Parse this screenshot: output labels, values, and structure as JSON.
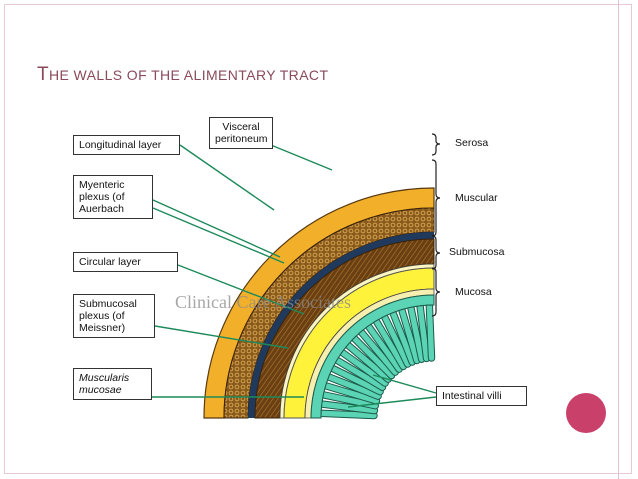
{
  "slide": {
    "title": "The walls of the alimentary tract",
    "title_first_letter": "T",
    "title_rest": "HE WALLS OF THE ALIMENTARY TRACT",
    "accent_color": "#c9406a",
    "title_color": "#8a4a5c"
  },
  "labels_left": {
    "longitudinal": "Longitudinal layer",
    "visceral": "Visceral peritoneum",
    "myenteric": "Myenteric plexus (of Auerbach",
    "circular": "Circular layer",
    "submucosal_plexus": "Submucosal plexus (of Meissner)",
    "muscularis": "Muscularis mucosae"
  },
  "labels_right": {
    "serosa": "Serosa",
    "muscular": "Muscular",
    "submucosa": "Submucosa",
    "mucosa": "Mucosa",
    "villi": "Intestinal villi"
  },
  "watermark": "Clinical Care Associates",
  "colors": {
    "serosa": "#f2b02a",
    "muscular": "#8a5a1c",
    "plexus": "#1f3a5c",
    "submucosa": "#fff23a",
    "mucosa": "#5ad4b4",
    "leader": "#1c8a5a"
  }
}
